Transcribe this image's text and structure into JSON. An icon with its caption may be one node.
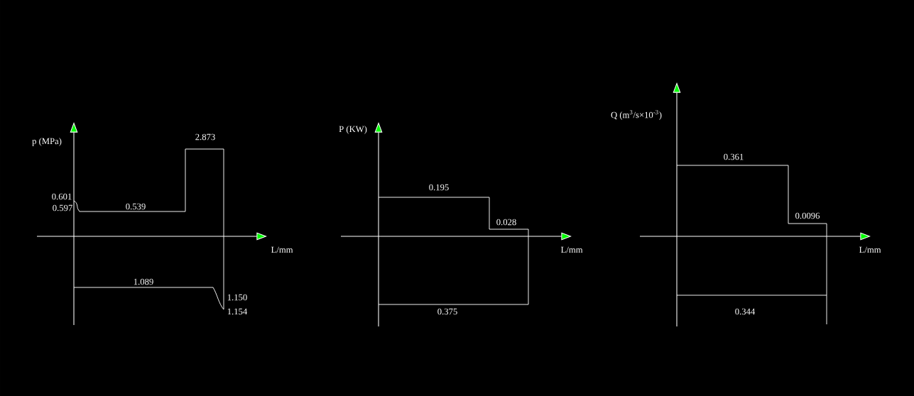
{
  "diagram": {
    "labels": [
      "p (MPa)",
      "2.873",
      "0.601",
      "0.597",
      "0.539",
      "L/mm",
      "1.089",
      "1.150",
      "1.154",
      "P (KW)",
      "0.195",
      "0.028",
      "L/mm",
      "0.375",
      "Q (m$^{3}$/s×10$^{-3}$)",
      "0.361",
      "0.0096",
      "L/mm",
      "0.344"
    ]
  }
}
